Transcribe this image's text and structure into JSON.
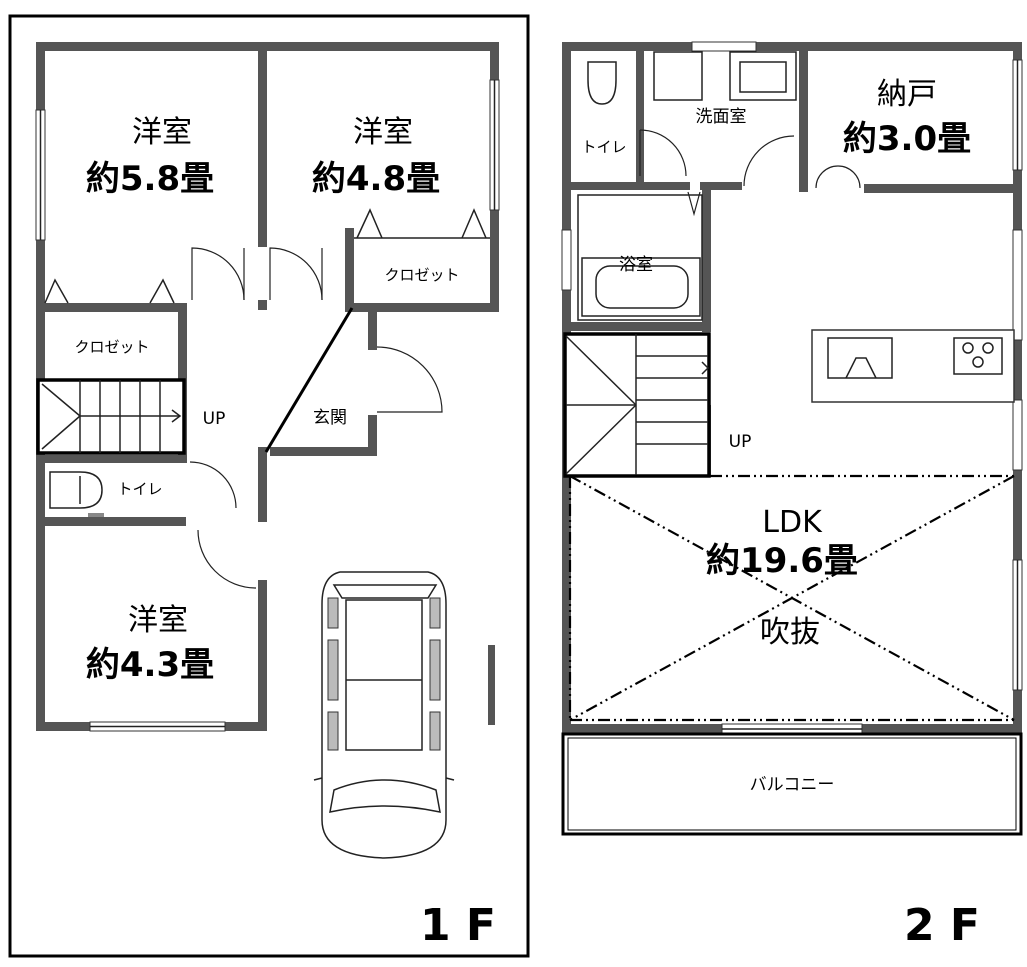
{
  "floors": [
    {
      "floor_label": "1 F",
      "rooms": [
        {
          "name": "洋室",
          "size": "約5.8畳"
        },
        {
          "name": "洋室",
          "size": "約4.8畳"
        },
        {
          "name": "洋室",
          "size": "約4.3畳"
        },
        {
          "name": "クロゼット"
        },
        {
          "name": "クロゼット"
        },
        {
          "name": "玄関"
        },
        {
          "name": "トイレ"
        }
      ],
      "stairs_label": "UP"
    },
    {
      "floor_label": "2 F",
      "rooms": [
        {
          "name": "納戸",
          "size": "約3.0畳"
        },
        {
          "name": "洗面室"
        },
        {
          "name": "トイレ"
        },
        {
          "name": "浴室"
        },
        {
          "name": "LDK",
          "size": "約19.6畳",
          "note": "吹抜"
        },
        {
          "name": "バルコニー"
        }
      ],
      "stairs_label": "UP"
    }
  ]
}
